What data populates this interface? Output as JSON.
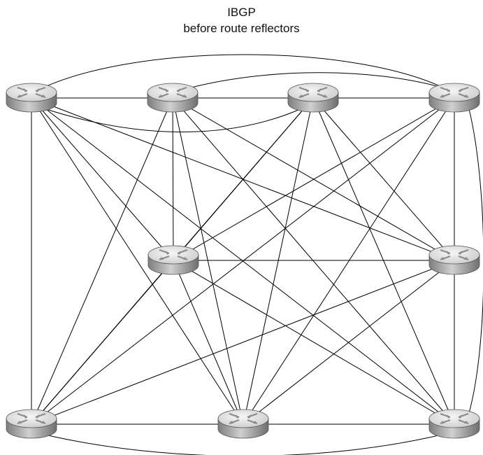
{
  "title": {
    "line1": "IBGP",
    "line2": "before route reflectors"
  },
  "routers": [
    {
      "id": "r1"
    },
    {
      "id": "r2"
    },
    {
      "id": "r3"
    },
    {
      "id": "r4"
    },
    {
      "id": "r5"
    },
    {
      "id": "r6"
    },
    {
      "id": "r7"
    },
    {
      "id": "r8"
    },
    {
      "id": "r9"
    }
  ],
  "colors": {
    "router_top": "#e6e6e6",
    "router_side": "#9a9a9a",
    "router_outline": "#555555",
    "line": "#000000"
  }
}
